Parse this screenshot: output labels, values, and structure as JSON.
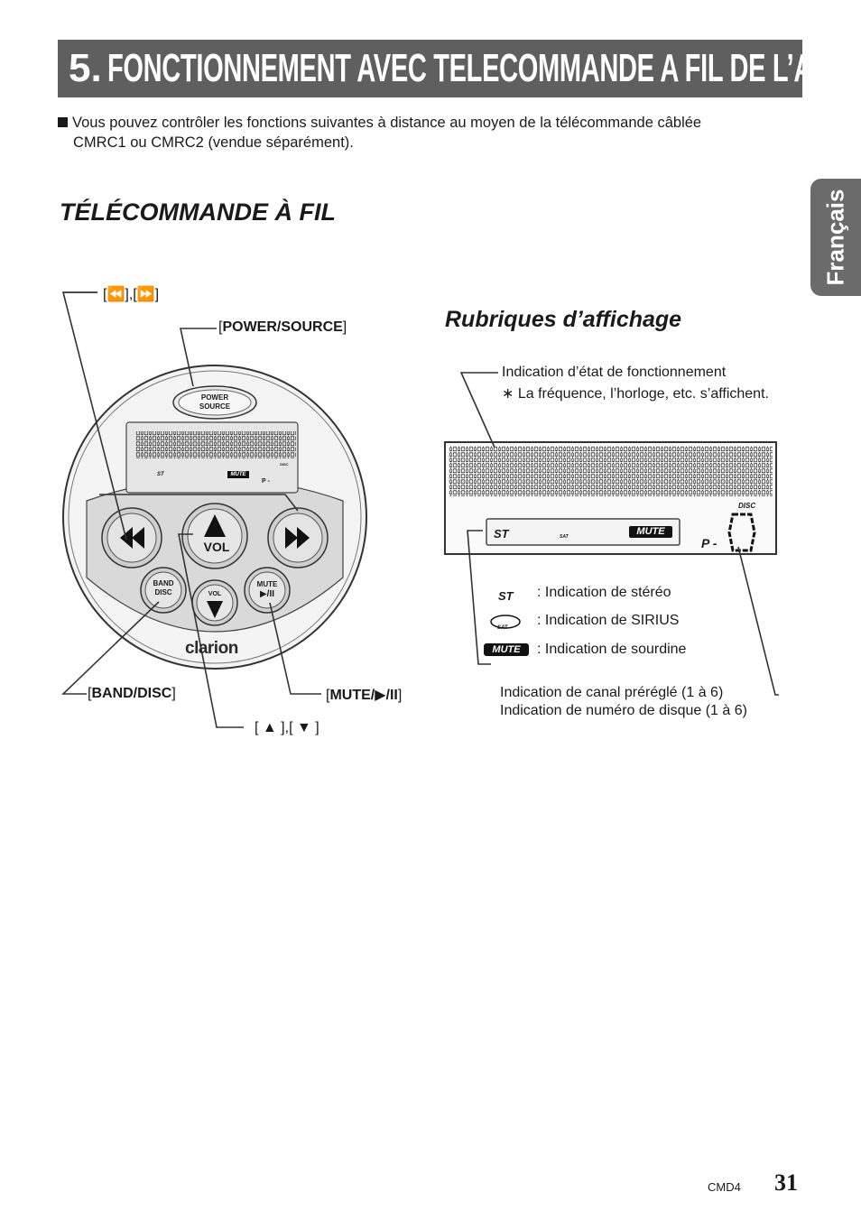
{
  "header": {
    "number": "5.",
    "title": "FONCTIONNEMENT AVEC TELECOMMANDE A FIL DE L’APPAREIL"
  },
  "side_tab": {
    "label": "Français"
  },
  "intro": {
    "line1": "Vous pouvez contrôler les fonctions suivantes à distance au moyen de la télécommande câblée",
    "line2": "CMRC1 ou CMRC2 (vendue séparément)."
  },
  "section_left_title": "TÉLÉCOMMANDE À FIL",
  "section_right_title": "Rubriques d’affichage",
  "remote_callouts": {
    "skip": "[⏪],[⏩]",
    "power_source": "POWER/SOURCE",
    "band_disc": "BAND/DISC",
    "mute_play": "MUTE/▶/II",
    "up_down": "[ ▲ ],[ ▼ ]"
  },
  "remote": {
    "power_label_1": "POWER",
    "power_label_2": "SOURCE",
    "vol_label": "VOL",
    "band_label_1": "BAND",
    "band_label_2": "DISC",
    "vol_small_label": "VOL",
    "mute_label_1": "MUTE",
    "mute_label_2": "▶/II",
    "st": "ST",
    "mute_badge": "MUTE",
    "disc": "DISC",
    "preset_prefix": "P -",
    "brand": "clarion"
  },
  "display_callouts": {
    "status_line1": "Indication d’état de fonctionnement",
    "status_line2": "∗ La fréquence, l’horloge, etc. s’affichent.",
    "stereo": ": Indication de stéréo",
    "sirius": ": Indication de SIRIUS",
    "mute": ": Indication de sourdine",
    "preset_line1": "Indication de canal préréglé (1 à 6)",
    "preset_line2": "Indication de numéro de disque (1 à 6)"
  },
  "display": {
    "st": "ST",
    "sat": "SAT",
    "mute": "MUTE",
    "disc": "DISC",
    "preset_prefix": "P -"
  },
  "legend_icons": {
    "st": "ST",
    "sat": "SAT",
    "mute": "MUTE"
  },
  "footer": {
    "model": "CMD4",
    "page": "31"
  },
  "colors": {
    "header_bg": "#5f5f5f",
    "tab_bg": "#6b6b6b",
    "body_gray": "#e9e9e9",
    "button_gray": "#d0d0d0"
  }
}
